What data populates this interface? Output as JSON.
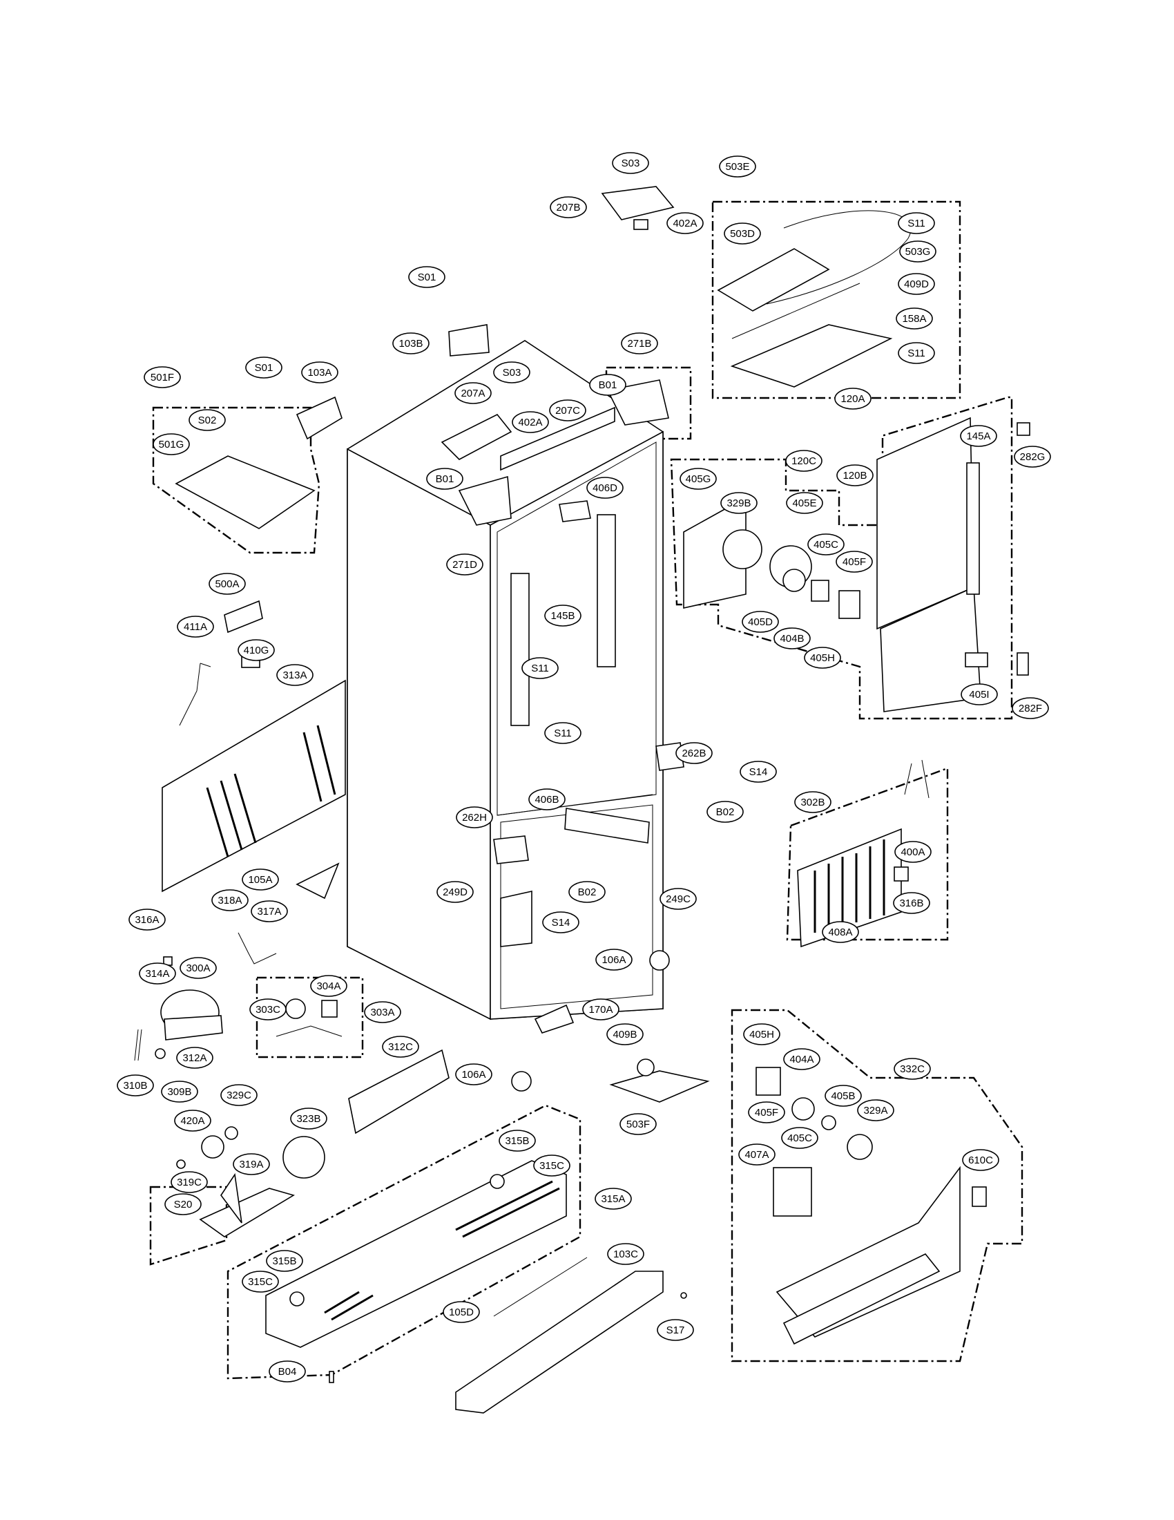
{
  "callouts": [
    {
      "id": "S03a",
      "label": "S03"
    },
    {
      "id": "503E",
      "label": "503E"
    },
    {
      "id": "207B",
      "label": "207B"
    },
    {
      "id": "402Aa",
      "label": "402A"
    },
    {
      "id": "503D",
      "label": "503D"
    },
    {
      "id": "S11a",
      "label": "S11"
    },
    {
      "id": "503G",
      "label": "503G"
    },
    {
      "id": "409D",
      "label": "409D"
    },
    {
      "id": "158A",
      "label": "158A"
    },
    {
      "id": "S11b",
      "label": "S11"
    },
    {
      "id": "S01a",
      "label": "S01"
    },
    {
      "id": "103B",
      "label": "103B"
    },
    {
      "id": "271B",
      "label": "271B"
    },
    {
      "id": "501F",
      "label": "501F"
    },
    {
      "id": "S01b",
      "label": "S01"
    },
    {
      "id": "103A",
      "label": "103A"
    },
    {
      "id": "S03b",
      "label": "S03"
    },
    {
      "id": "B01a",
      "label": "B01"
    },
    {
      "id": "207A",
      "label": "207A"
    },
    {
      "id": "402Ab",
      "label": "402A"
    },
    {
      "id": "207C",
      "label": "207C"
    },
    {
      "id": "120A",
      "label": "120A"
    },
    {
      "id": "282G",
      "label": "282G"
    },
    {
      "id": "S02",
      "label": "S02"
    },
    {
      "id": "501G",
      "label": "501G"
    },
    {
      "id": "B01b",
      "label": "B01"
    },
    {
      "id": "406D",
      "label": "406D"
    },
    {
      "id": "120C",
      "label": "120C"
    },
    {
      "id": "145A",
      "label": "145A"
    },
    {
      "id": "405G",
      "label": "405G"
    },
    {
      "id": "329B",
      "label": "329B"
    },
    {
      "id": "405E",
      "label": "405E"
    },
    {
      "id": "120B",
      "label": "120B"
    },
    {
      "id": "271D",
      "label": "271D"
    },
    {
      "id": "405C",
      "label": "405C"
    },
    {
      "id": "405F",
      "label": "405F"
    },
    {
      "id": "500A",
      "label": "500A"
    },
    {
      "id": "145B",
      "label": "145B"
    },
    {
      "id": "411A",
      "label": "411A"
    },
    {
      "id": "410G",
      "label": "410G"
    },
    {
      "id": "405D",
      "label": "405D"
    },
    {
      "id": "404B",
      "label": "404B"
    },
    {
      "id": "405H",
      "label": "405H"
    },
    {
      "id": "313A",
      "label": "313A"
    },
    {
      "id": "S11c",
      "label": "S11"
    },
    {
      "id": "405I",
      "label": "405I"
    },
    {
      "id": "282F",
      "label": "282F"
    },
    {
      "id": "S11d",
      "label": "S11"
    },
    {
      "id": "262B",
      "label": "262B"
    },
    {
      "id": "S14a",
      "label": "S14"
    },
    {
      "id": "406B",
      "label": "406B"
    },
    {
      "id": "B02a",
      "label": "B02"
    },
    {
      "id": "302B",
      "label": "302B"
    },
    {
      "id": "262H",
      "label": "262H"
    },
    {
      "id": "400A",
      "label": "400A"
    },
    {
      "id": "105A",
      "label": "105A"
    },
    {
      "id": "B02b",
      "label": "B02"
    },
    {
      "id": "249D",
      "label": "249D"
    },
    {
      "id": "249C",
      "label": "249C"
    },
    {
      "id": "316B",
      "label": "316B"
    },
    {
      "id": "318A",
      "label": "318A"
    },
    {
      "id": "317A",
      "label": "317A"
    },
    {
      "id": "S14b",
      "label": "S14"
    },
    {
      "id": "316A",
      "label": "316A"
    },
    {
      "id": "408A",
      "label": "408A"
    },
    {
      "id": "106Aa",
      "label": "106A"
    },
    {
      "id": "314A",
      "label": "314A"
    },
    {
      "id": "300A",
      "label": "300A"
    },
    {
      "id": "304A",
      "label": "304A"
    },
    {
      "id": "303C",
      "label": "303C"
    },
    {
      "id": "303A",
      "label": "303A"
    },
    {
      "id": "170A",
      "label": "170A"
    },
    {
      "id": "409B",
      "label": "409B"
    },
    {
      "id": "405Hb",
      "label": "405H"
    },
    {
      "id": "312A",
      "label": "312A"
    },
    {
      "id": "312C",
      "label": "312C"
    },
    {
      "id": "404A",
      "label": "404A"
    },
    {
      "id": "332C",
      "label": "332C"
    },
    {
      "id": "310B",
      "label": "310B"
    },
    {
      "id": "106Ab",
      "label": "106A"
    },
    {
      "id": "309B",
      "label": "309B"
    },
    {
      "id": "329C",
      "label": "329C"
    },
    {
      "id": "405B",
      "label": "405B"
    },
    {
      "id": "420A",
      "label": "420A"
    },
    {
      "id": "323B",
      "label": "323B"
    },
    {
      "id": "405Fb",
      "label": "405F"
    },
    {
      "id": "329A",
      "label": "329A"
    },
    {
      "id": "503F",
      "label": "503F"
    },
    {
      "id": "405Cb",
      "label": "405C"
    },
    {
      "id": "315Ba",
      "label": "315B"
    },
    {
      "id": "315Ca",
      "label": "315C"
    },
    {
      "id": "319A",
      "label": "319A"
    },
    {
      "id": "407A",
      "label": "407A"
    },
    {
      "id": "610C",
      "label": "610C"
    },
    {
      "id": "319C",
      "label": "319C"
    },
    {
      "id": "315A",
      "label": "315A"
    },
    {
      "id": "S20",
      "label": "S20"
    },
    {
      "id": "103C",
      "label": "103C"
    },
    {
      "id": "315Bb",
      "label": "315B"
    },
    {
      "id": "315Cb",
      "label": "315C"
    },
    {
      "id": "105D",
      "label": "105D"
    },
    {
      "id": "S17",
      "label": "S17"
    },
    {
      "id": "B04",
      "label": "B04"
    }
  ]
}
